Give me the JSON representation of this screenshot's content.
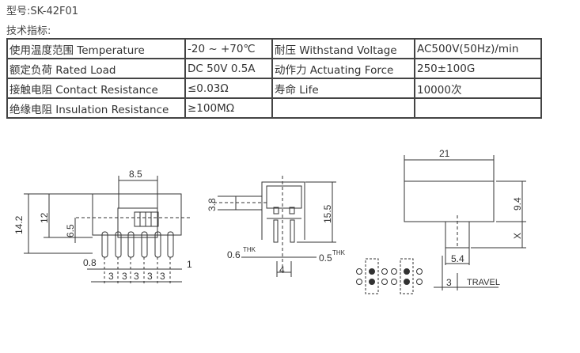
{
  "model": "型号:SK-42F01",
  "spec_heading": "技术指标:",
  "specs": [
    [
      "使用温度范围 Temperature",
      "-20 ~ +70℃",
      "耐压 Withstand Voltage",
      "AC500V(50Hz)/min"
    ],
    [
      "额定负荷 Rated Load",
      "DC 50V 0.5A",
      "动作力 Actuating Force",
      "250±100G"
    ],
    [
      "接触电阻 Contact Resistance",
      "≤0.03Ω",
      "寿命 Life",
      "10000次"
    ],
    [
      "绝缘电阻 Insulation Resistance",
      "≥100MΩ",
      "",
      ""
    ]
  ],
  "dims": {
    "d85": "8.5",
    "d142": "14.2",
    "d12": "12",
    "d65": "6.5",
    "d08": "0.8",
    "d1": "1",
    "d3": "3",
    "d38": "3.8",
    "d155": "15.5",
    "d06": "0.6",
    "d05": "0.5",
    "thk": "THK",
    "d4": "4",
    "d21": "21",
    "d94": "9.4",
    "dx": "X",
    "d54": "5.4",
    "travel": "TRAVEL"
  }
}
